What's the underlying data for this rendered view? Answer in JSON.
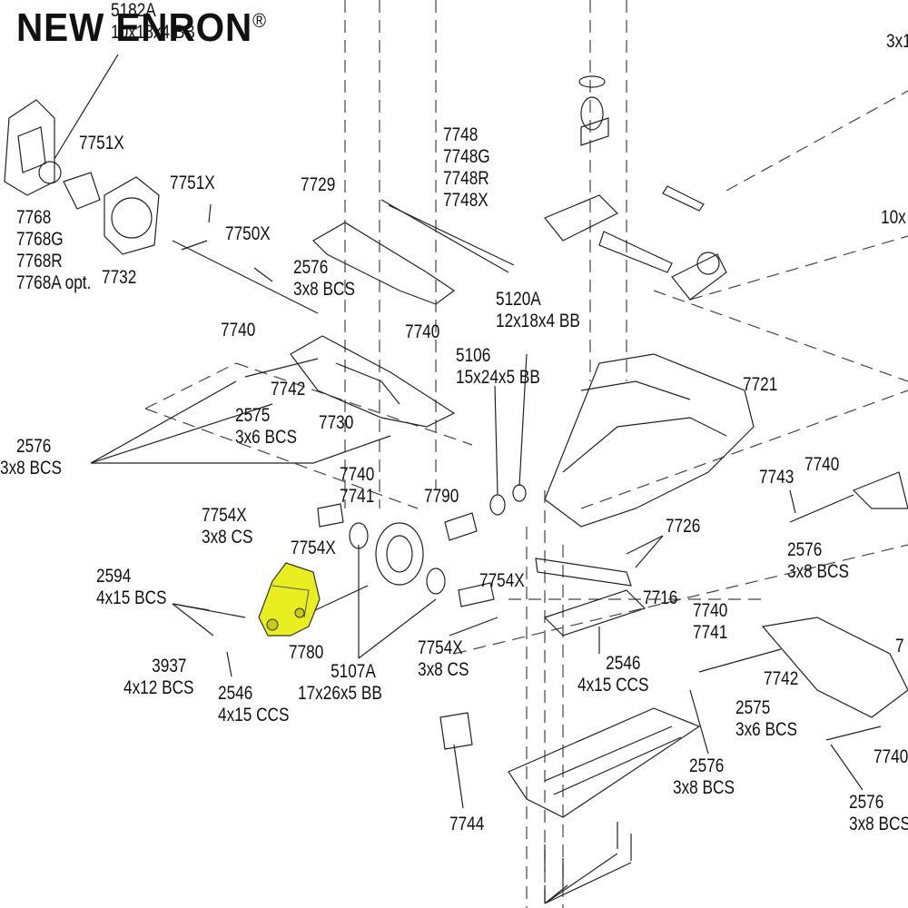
{
  "brand": {
    "name": "NEW ENRON",
    "mark": "®",
    "highlight_color": "#e8ee20"
  },
  "callouts": {
    "c5182a": [
      "5182A",
      "10x18x4 BB"
    ],
    "c7751x_a": [
      "7751X"
    ],
    "c7751x_b": [
      "7751X"
    ],
    "c7768": [
      "7768",
      "7768G",
      "7768R",
      "7768A opt."
    ],
    "c7732": [
      "7732"
    ],
    "c7750x": [
      "7750X"
    ],
    "c7729": [
      "7729"
    ],
    "c7748": [
      "7748",
      "7748G",
      "7748R",
      "7748X"
    ],
    "c2576_a": [
      "2576",
      "3x8 BCS"
    ],
    "c5120a": [
      "5120A",
      "12x18x4 BB"
    ],
    "c7740_a": [
      "7740"
    ],
    "c7740_b": [
      "7740"
    ],
    "c5106": [
      "5106",
      "15x24x5 BB"
    ],
    "c7721": [
      "7721"
    ],
    "c7742_a": [
      "7742"
    ],
    "c2575_a": [
      "2575",
      "3x6 BCS"
    ],
    "c7730": [
      "7730"
    ],
    "c2576_b": [
      "2576",
      "3x8 BCS"
    ],
    "c7740_7741_a": [
      "7740",
      "7741"
    ],
    "c7790": [
      "7790"
    ],
    "c7743": [
      "7743"
    ],
    "c7740_c": [
      "7740"
    ],
    "c7754x_a": [
      "7754X",
      "3x8 CS"
    ],
    "c7754x_b": [
      "7754X"
    ],
    "c7726": [
      "7726"
    ],
    "c2576_c": [
      "2576",
      "3x8 BCS"
    ],
    "c2594": [
      "2594",
      "4x15 BCS"
    ],
    "c7754x_c": [
      "7754X"
    ],
    "c7716": [
      "7716"
    ],
    "c7740_7741_b": [
      "7740",
      "7741"
    ],
    "c3937": [
      "3937",
      "4x12 BCS"
    ],
    "c7780": [
      "7780"
    ],
    "c2546_a": [
      "2546",
      "4x15 CCS"
    ],
    "c5107a": [
      "5107A",
      "17x26x5 BB"
    ],
    "c7754x_d": [
      "7754X",
      "3x8 CS"
    ],
    "c2546_b": [
      "2546",
      "4x15 CCS"
    ],
    "c7742_b": [
      "7742"
    ],
    "c2575_b": [
      "2575",
      "3x6 BCS"
    ],
    "c2576_d": [
      "2576",
      "3x8 BCS"
    ],
    "c7744": [
      "7744"
    ],
    "c2576_e": [
      "2576",
      "3x8 BCS"
    ],
    "c7740_d": [
      "7740"
    ],
    "c7741_edge": [
      "7"
    ],
    "c3x1_edge": [
      "3x1"
    ],
    "c10x_edge": [
      "10x"
    ]
  }
}
